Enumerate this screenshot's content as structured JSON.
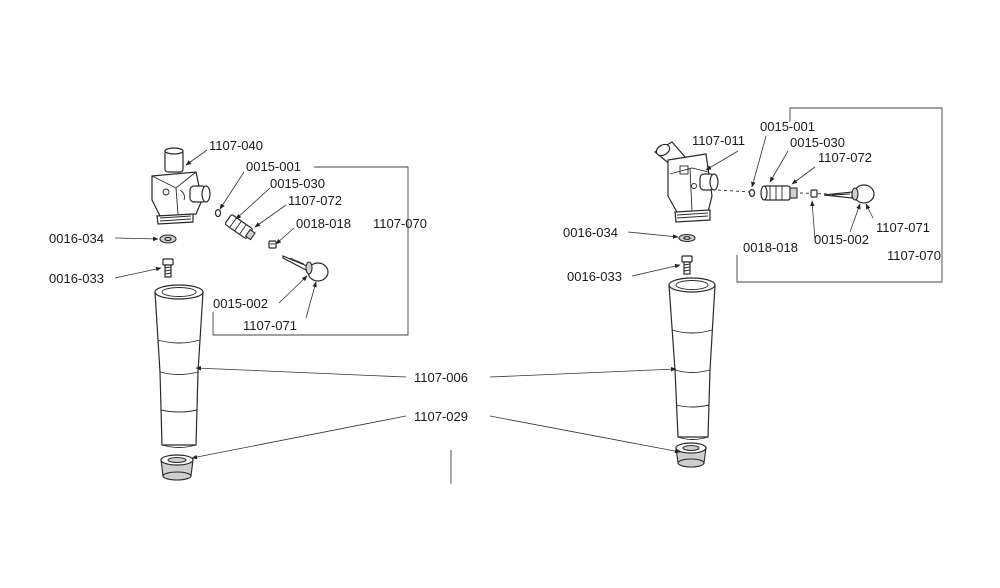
{
  "labels": {
    "left": {
      "body": "1107-040",
      "seal": "0015-001",
      "spring_housing": "0015-030",
      "nozzle_assembly": "1107-072",
      "set_screw": "0018-018",
      "kit": "1107-070",
      "washer": "0016-034",
      "screw": "0016-033",
      "needle_oring": "0015-002",
      "needle": "1107-071"
    },
    "right": {
      "body": "1107-011",
      "seal": "0015-001",
      "spring_housing": "0015-030",
      "nozzle_assembly": "1107-072",
      "washer": "0016-034",
      "screw": "0016-033",
      "set_screw": "0018-018",
      "needle_oring": "0015-002",
      "needle": "1107-071",
      "kit": "1107-070"
    },
    "shared": {
      "tube": "1107-006",
      "cap": "1107-029"
    }
  }
}
